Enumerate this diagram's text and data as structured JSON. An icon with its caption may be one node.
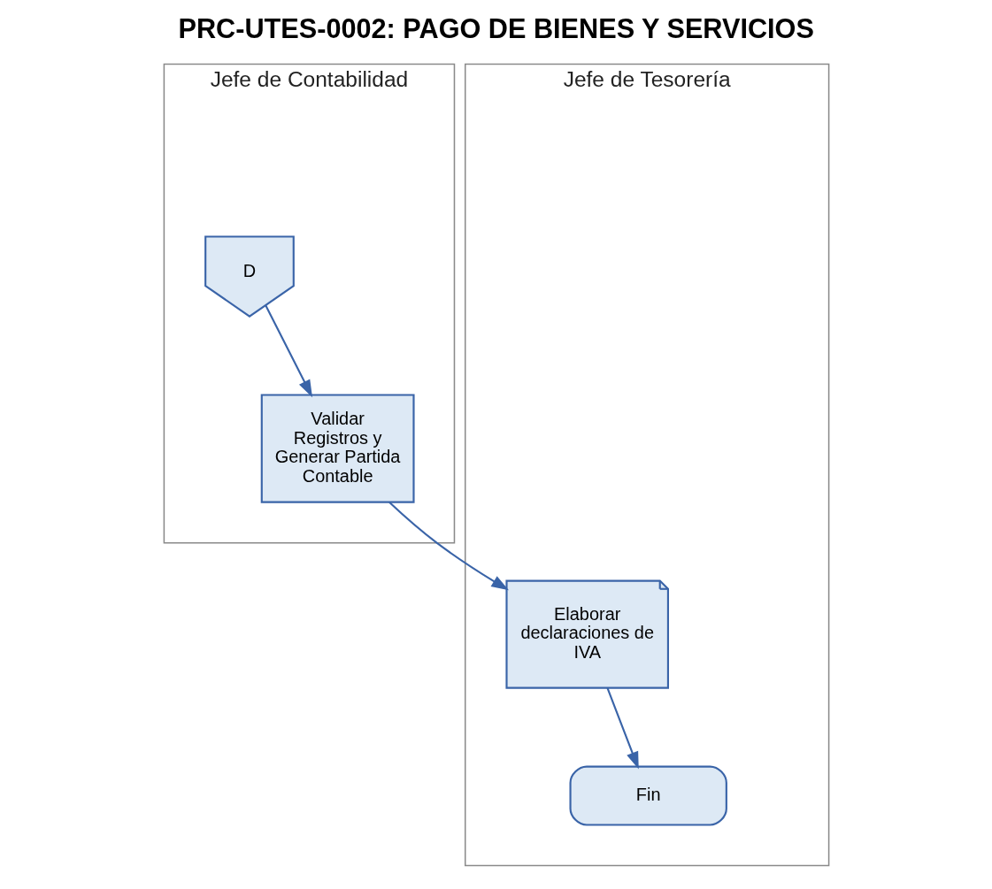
{
  "diagram": {
    "title": "PRC-UTES-0002: PAGO DE BIENES Y SERVICIOS",
    "nodes": [
      {
        "text": [
          "Jefe de Contabilidad"
        ]
      },
      {
        "text": [
          "Jefe de Tesorería"
        ]
      },
      {
        "text": [
          "D"
        ],
        "in": 0
      },
      {
        "text": [
          "Validar Registros y Generar Partida Contable"
        ],
        "in": 0
      },
      {
        "text": [
          "Elaborar declaraciones de IVA"
        ],
        "in": 1
      },
      {
        "text": [
          "Fin"
        ],
        "in": 1
      }
    ],
    "edges": [
      {
        "from": 2,
        "to": 3,
        "arrow": "to"
      },
      {
        "from": 3,
        "to": 4,
        "arrow": "to"
      },
      {
        "from": 4,
        "to": 5,
        "arrow": "to"
      }
    ]
  }
}
